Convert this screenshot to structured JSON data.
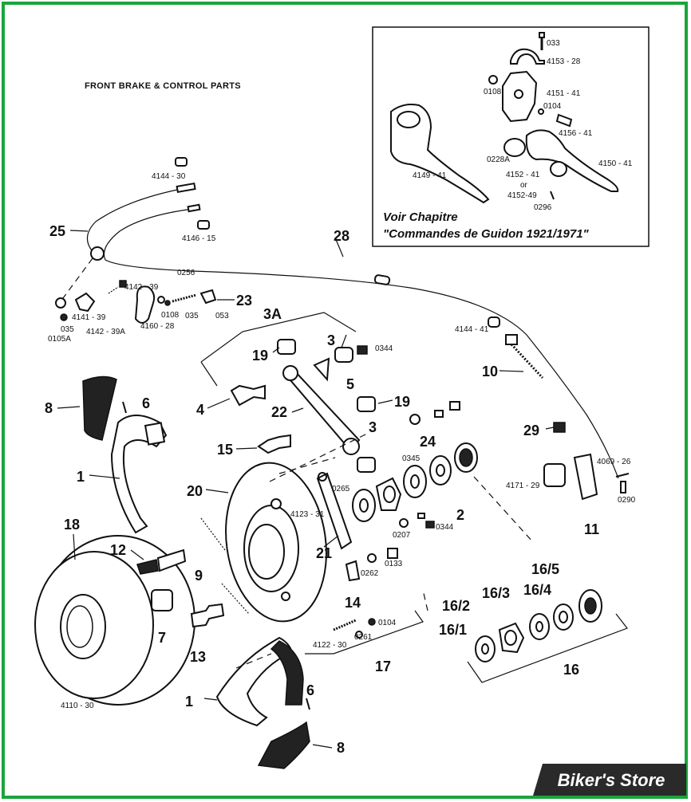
{
  "title": "FRONT BRAKE & CONTROL PARTS",
  "brand_badge": "Biker's Store",
  "inset": {
    "note_line1": "Voir Chapitre",
    "note_line2": "\"Commandes de Guidon 1921/1971\"",
    "parts": {
      "p033": "033",
      "p4153": "4153 - 28",
      "p0108": "0108",
      "p4151": "4151 - 41",
      "p0104": "0104",
      "p4156": "4156 - 41",
      "p0228a": "0228A",
      "p4149": "4149 - 41",
      "p4152": "4152 - 41",
      "p_or": "or",
      "p4152_49": "4152-49",
      "p0296": "0296",
      "p4150": "4150 - 41"
    }
  },
  "callouts": {
    "c25": "25",
    "c28": "28",
    "c23": "23",
    "c3a": "3A",
    "c3": "3",
    "c19": "19",
    "c5": "5",
    "c10": "10",
    "c8": "8",
    "c6": "6",
    "c4": "4",
    "c22": "22",
    "c19b": "19",
    "c3b": "3",
    "c24": "24",
    "c29": "29",
    "c15": "15",
    "c1": "1",
    "c20": "20",
    "c2": "2",
    "c11": "11",
    "c18": "18",
    "c12": "12",
    "c9": "9",
    "c21": "21",
    "c14": "14",
    "c16_5": "16/5",
    "c16_4": "16/4",
    "c16_3": "16/3",
    "c16_2": "16/2",
    "c16_1": "16/1",
    "c7": "7",
    "c13": "13",
    "c17": "17",
    "c16": "16",
    "c1b": "1",
    "c6b": "6",
    "c8b": "8"
  },
  "part_numbers": {
    "n4144_30": "4144 - 30",
    "n4146_15": "4146 - 15",
    "n0256": "0256",
    "n4142_39": "4142 - 39",
    "n4141_39": "4141 - 39",
    "n4142_39a": "4142 - 39A",
    "n4160_28": "4160 - 28",
    "n0108": "0108",
    "n035a": "035",
    "n053": "053",
    "n035b": "035",
    "n0105a": "0105A",
    "n4144_41": "4144 - 41",
    "n0344a": "0344",
    "n0345": "0345",
    "n4069_26": "4069 - 26",
    "n4171_29": "4171 - 29",
    "n0290": "0290",
    "n0265": "0265",
    "n4123_31": "4123 - 31",
    "n0344b": "0344",
    "n0207": "0207",
    "n0262": "0262",
    "n0133": "0133",
    "n0104": "0104",
    "n0261": "0261",
    "n4122_30": "4122 - 30",
    "n4110_30": "4110 - 30"
  },
  "colors": {
    "frame": "#1aa53a",
    "ink": "#111111",
    "badge_bg": "#2a2a2a",
    "badge_text": "#ffffff"
  }
}
